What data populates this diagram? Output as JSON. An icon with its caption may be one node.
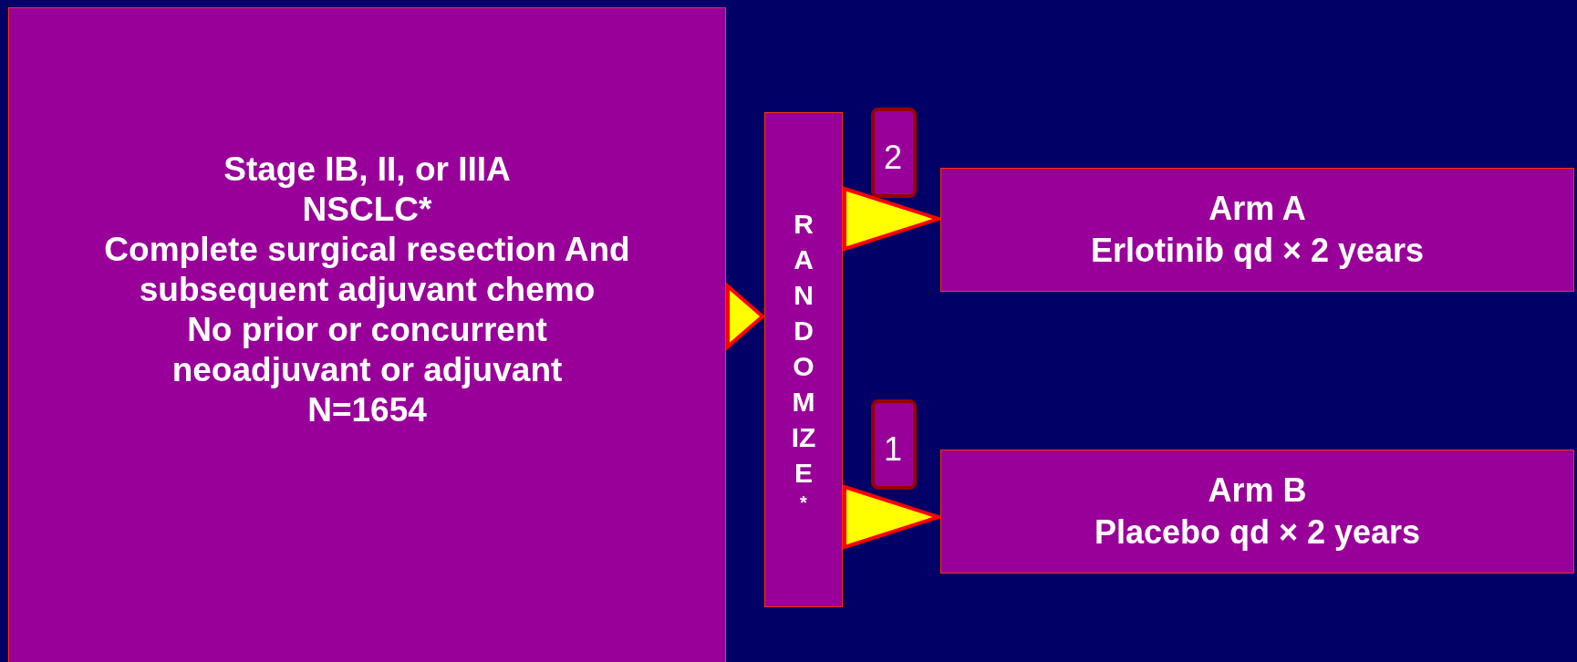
{
  "diagram": {
    "nodes": [
      {
        "text": [
          "Stage IB, II, or IIIA",
          "NSCLC*",
          "Complete surgical resection And subsequent adjuvant chemo",
          "No prior or concurrent neoadjuvant or adjuvant",
          "N=1654"
        ]
      },
      {
        "text": [
          "R A N D O M IZ E",
          "*"
        ]
      },
      {
        "text": [
          "2"
        ]
      },
      {
        "text": [
          "Arm A",
          "Erlotinib qd × 2 years"
        ]
      },
      {
        "text": [
          "1"
        ]
      },
      {
        "text": [
          "Arm B",
          "Placebo qd × 2 years"
        ]
      }
    ],
    "edges": [
      {
        "from": 0,
        "to": 1,
        "arrow": "to"
      },
      {
        "from": 1,
        "to": 3,
        "arrow": "to"
      },
      {
        "from": 1,
        "to": 5,
        "arrow": "to"
      }
    ]
  }
}
